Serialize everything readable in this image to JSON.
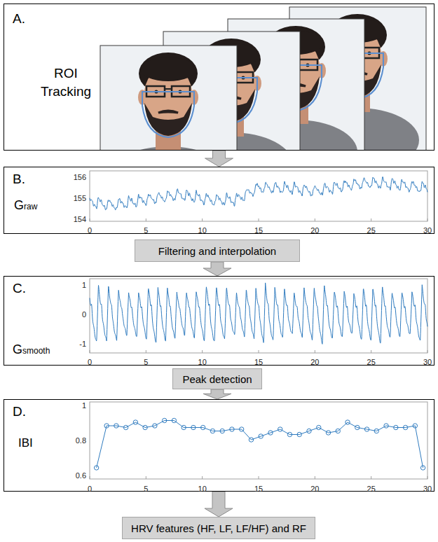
{
  "diagram": {
    "nodes": [
      {
        "text": [
          "A.",
          "ROI Tracking"
        ]
      },
      {
        "text": [
          "B.",
          "Graw"
        ]
      },
      {
        "text": [
          "Filtering and interpolation"
        ]
      },
      {
        "text": [
          "C.",
          "Gsmooth"
        ]
      },
      {
        "text": [
          "Peak detection"
        ]
      },
      {
        "text": [
          "D.",
          "IBI"
        ]
      },
      {
        "text": [
          "HRV features (HF, LF, LF/HF) and RF"
        ]
      }
    ],
    "edges": [
      {
        "from": 0,
        "to": 1,
        "arrow": "to"
      },
      {
        "from": 2,
        "to": 3,
        "arrow": "to"
      },
      {
        "from": 4,
        "to": 5,
        "arrow": "to"
      },
      {
        "from": 5,
        "to": 6,
        "arrow": "to"
      }
    ],
    "labels": [
      "156",
      "155",
      "154",
      "0",
      "5",
      "10",
      "15",
      "20",
      "25",
      "30",
      "1",
      "0",
      "-1",
      "0",
      "5",
      "10",
      "15",
      "20",
      "25",
      "30",
      "1",
      "0.8",
      "0.6",
      "0",
      "5",
      "10",
      "15",
      "20",
      "25",
      "30"
    ]
  }
}
